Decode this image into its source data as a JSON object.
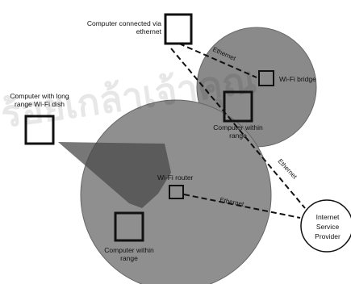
{
  "labels": {
    "computer_ethernet": "Computer connected via ethernet",
    "wifi_bridge": "Wi-Fi bridge",
    "computer_within_range_top": "Computer within range",
    "computer_long_range": "Computer with long range Wi-Fi dish",
    "wifi_router": "Wi-Fi router",
    "computer_within_range_bottom": "Computer within range",
    "isp": "Internet Service Provider",
    "ethernet_top": "Ethernet",
    "ethernet_right": "Ethernet",
    "ethernet_bottom": "Ethernet"
  },
  "watermark_text": "ร้อยเกล้าเจ้าคุณ",
  "colors": {
    "coverage_fill": "#8a8a8a",
    "beam_fill": "#4a4a4a",
    "node_stroke": "#111111",
    "link_stroke": "#111111",
    "background": "#ffffff"
  }
}
